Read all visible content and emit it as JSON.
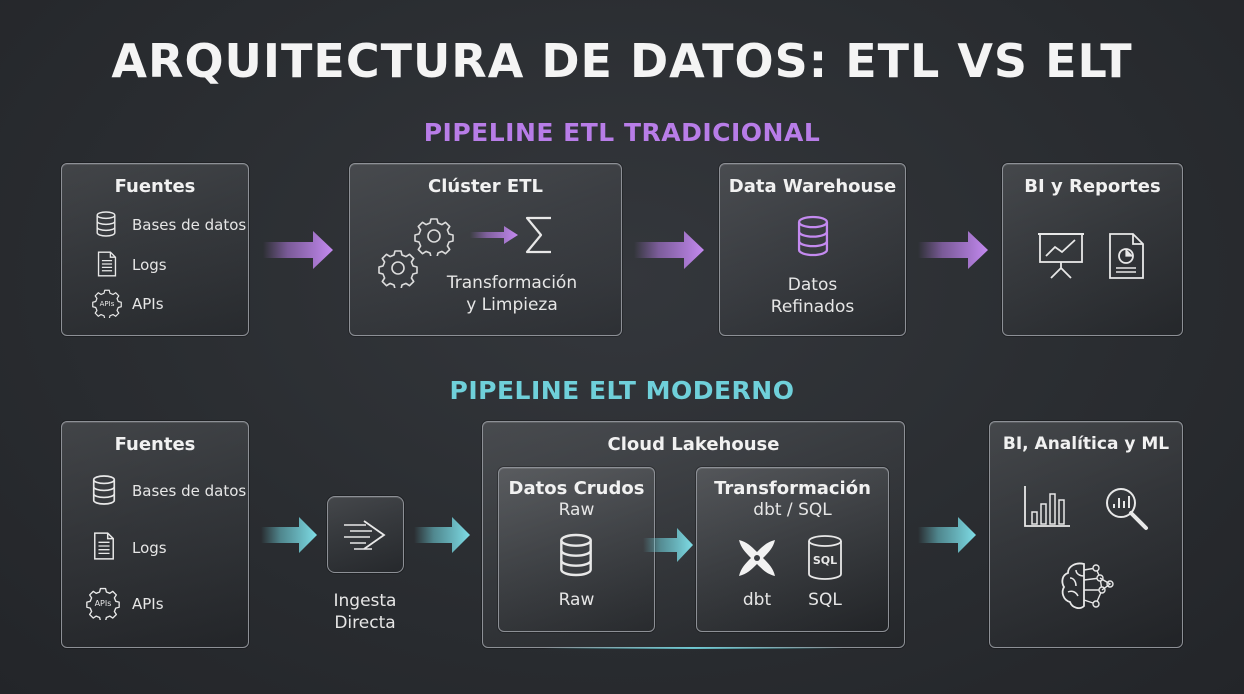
{
  "title": "ARQUITECTURA DE DATOS: ETL VS ELT",
  "colors": {
    "etl_accent": "#b87de8",
    "elt_accent": "#6fd0da"
  },
  "etl": {
    "section_title": "PIPELINE ETL TRADICIONAL",
    "sources": {
      "title": "Fuentes",
      "items": [
        {
          "label": "Bases de datos",
          "icon": "database-icon"
        },
        {
          "label": "Logs",
          "icon": "document-icon"
        },
        {
          "label": "APIs",
          "icon": "api-gear-icon"
        }
      ]
    },
    "cluster": {
      "title": "Clúster ETL",
      "line1": "Transformación",
      "line2": "y Limpieza"
    },
    "warehouse": {
      "title": "Data Warehouse",
      "line1": "Datos",
      "line2": "Refinados"
    },
    "bi": {
      "title": "BI y Reportes"
    }
  },
  "elt": {
    "section_title": "PIPELINE ELT MODERNO",
    "sources": {
      "title": "Fuentes",
      "items": [
        {
          "label": "Bases de datos",
          "icon": "database-icon"
        },
        {
          "label": "Logs",
          "icon": "document-icon"
        },
        {
          "label": "APIs",
          "icon": "api-gear-icon"
        }
      ]
    },
    "ingest": {
      "line1": "Ingesta",
      "line2": "Directa"
    },
    "lakehouse": {
      "title": "Cloud Lakehouse",
      "raw": {
        "title": "Datos Crudos",
        "subtitle": "Raw",
        "label": "Raw"
      },
      "transform": {
        "title": "Transformación",
        "subtitle": "dbt / SQL",
        "dbt_label": "dbt",
        "sql_label": "SQL",
        "sql_icon_text": "SQL"
      }
    },
    "bi": {
      "title": "BI, Analítica y ML"
    }
  },
  "api_icon_text": "APIs"
}
